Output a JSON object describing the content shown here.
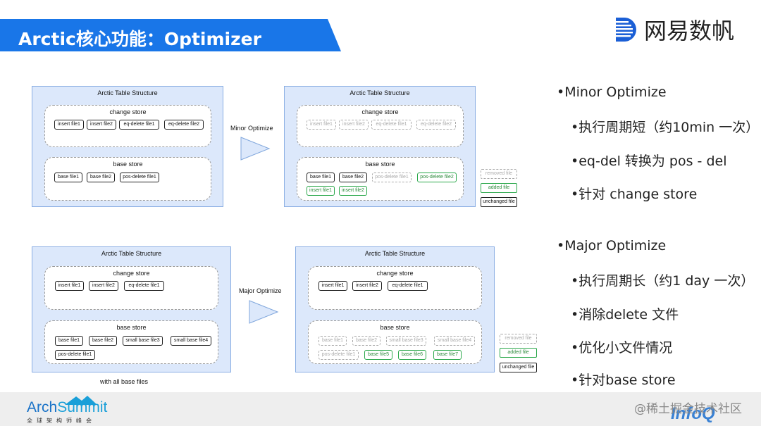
{
  "header": {
    "title": "Arctic核心功能：Optimizer",
    "logo_text": "网易数帆"
  },
  "diagram": {
    "table_title": "Arctic Table Structure",
    "change_store": "change store",
    "base_store": "base store",
    "minor": {
      "label": "Minor Optimize",
      "before_change": [
        "insert file1",
        "insert file2",
        "eq-delete file1",
        "eq-delete file2"
      ],
      "before_base": [
        "base file1",
        "base file2",
        "pos-delete file1"
      ],
      "after_change": [
        "insert file1",
        "insert file2",
        "eq-delete file1",
        "eq-delete file2"
      ],
      "after_base_row1": [
        "base file1",
        "base file2",
        "pos-delete file1",
        "pos-delete file2"
      ],
      "after_base_row2": [
        "insert file1",
        "insert file2"
      ]
    },
    "major": {
      "label": "Major Optimize",
      "before_change": [
        "insert file1",
        "insert file2",
        "eq-delete file1"
      ],
      "before_base_row1": [
        "base file1",
        "base file2",
        "small base file3",
        "small base file4"
      ],
      "before_base_row2": [
        "pos-delete file1"
      ],
      "after_change": [
        "insert file1",
        "insert file2",
        "eq-delete file1"
      ],
      "after_base_row1": [
        "base file1",
        "base file2",
        "small base file3",
        "small base file4"
      ],
      "after_base_row2": [
        "pos-delete file1",
        "base file5",
        "base file6",
        "base file7"
      ],
      "caption": "with all base files"
    },
    "legend": {
      "removed": "removed file",
      "added": "added file",
      "unchanged": "unchanged file"
    }
  },
  "bullets": {
    "minor_title": "•Minor Optimize",
    "minor_items": [
      "•执行周期短（约10min 一次）",
      "•eq-del 转换为 pos - del",
      "•针对 change store"
    ],
    "major_title": "•Major Optimize",
    "major_items": [
      "•执行周期长（约1 day 一次）",
      "•消除delete 文件",
      "•优化小文件情况",
      "•针对base store"
    ]
  },
  "footer": {
    "arch_a": "Arch",
    "arch_b": "Summit",
    "arch_sub": "全球架构师峰会",
    "watermark": "@稀土掘金技术社区",
    "infoq": "InfoQ"
  },
  "colors": {
    "title_bar": "#1976e8",
    "table_bg": "#dce8fb",
    "added": "#2aa84a",
    "removed": "#aaaaaa"
  }
}
